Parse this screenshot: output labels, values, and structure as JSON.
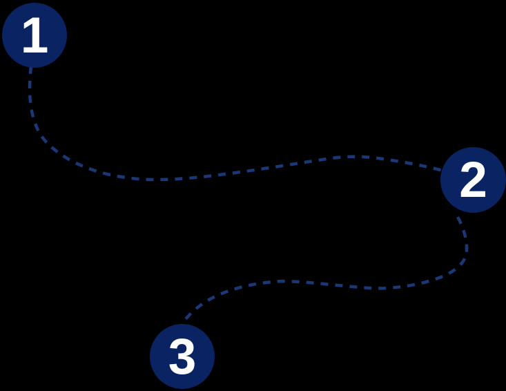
{
  "diagram": {
    "background_color": "#000000",
    "marker_fill_color": "#0a2463",
    "marker_number_color": "#ffffff",
    "path_color": "#1a3776",
    "steps": [
      {
        "number": "1"
      },
      {
        "number": "2"
      },
      {
        "number": "3"
      }
    ]
  }
}
